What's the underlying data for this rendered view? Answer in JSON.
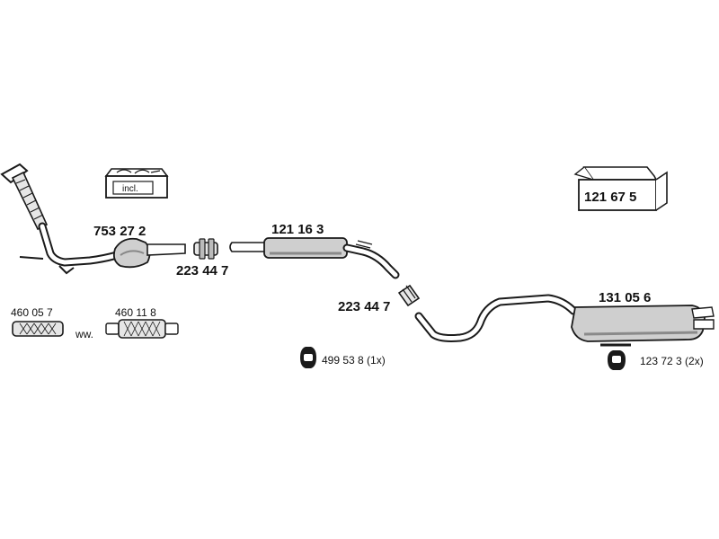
{
  "parts": {
    "front_pipe_catalyst": "753 27 2",
    "clamp_front": "223 44 7",
    "middle_silencer": "121 16 3",
    "clamp_middle": "223 44 7",
    "rear_silencer": "131 05 6",
    "flex_pipe_a": "460 05 7",
    "flex_pipe_b": "460 11 8",
    "alternative_text": "ww.",
    "rubber_mount_middle": "499 53 8 (1x)",
    "rubber_mount_rear": "123 72 3 (2x)",
    "mounting_kit": "121 67 5",
    "included_box_text": "incl."
  }
}
